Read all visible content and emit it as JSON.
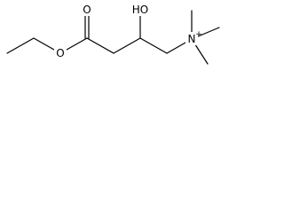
{
  "molecule": {
    "atoms": {
      "carbonyl_oxygen": "O",
      "ester_oxygen": "O",
      "hydroxyl": "HO",
      "nitrogen": "N",
      "nitrogen_charge": "+"
    }
  }
}
